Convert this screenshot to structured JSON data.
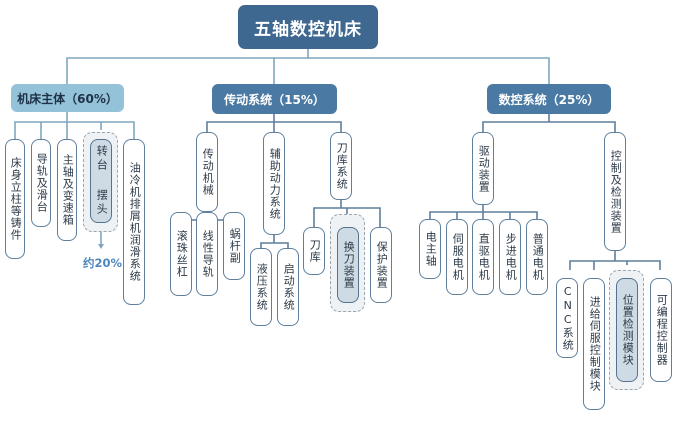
{
  "title": "五轴数控机床",
  "branches": [
    {
      "label": "机床主体（60%）",
      "children": [
        {
          "label": "床身立柱等铸件"
        },
        {
          "label": "导轨及滑台"
        },
        {
          "label": "主轴及变速箱"
        },
        {
          "label": "转台 摆头",
          "highlight": true,
          "note": "约20%"
        },
        {
          "label": "油冷机排屑机润滑系统"
        }
      ]
    },
    {
      "label": "传动系统（15%）",
      "children": [
        {
          "label": "传动机械",
          "children": [
            {
              "label": "滚珠丝杠"
            },
            {
              "label": "线性导轨"
            },
            {
              "label": "蜗杆副"
            }
          ]
        },
        {
          "label": "辅助动力系统",
          "children": [
            {
              "label": "液压系统"
            },
            {
              "label": "启动系统"
            }
          ]
        },
        {
          "label": "刀库系统",
          "children": [
            {
              "label": "刀库"
            },
            {
              "label": "换刀装置",
              "highlight": true
            },
            {
              "label": "保护装置"
            }
          ]
        }
      ]
    },
    {
      "label": "数控系统（25%）",
      "children": [
        {
          "label": "驱动装置",
          "children": [
            {
              "label": "电主轴"
            },
            {
              "label": "伺服电机"
            },
            {
              "label": "直驱电机"
            },
            {
              "label": "步进电机"
            },
            {
              "label": "普通电机"
            }
          ]
        },
        {
          "label": "控制及检测装置",
          "children": [
            {
              "label": "CNC系统"
            },
            {
              "label": "进给伺服控制模块"
            },
            {
              "label": "位置检测模块",
              "highlight": true
            },
            {
              "label": "可编程控制器"
            }
          ]
        }
      ]
    }
  ],
  "colors": {
    "root": "#3e6890",
    "branch_light": "#93c2d9",
    "branch_dark": "#4a7aa3",
    "line": "#5f7f9c",
    "note": "#4f86bf"
  }
}
